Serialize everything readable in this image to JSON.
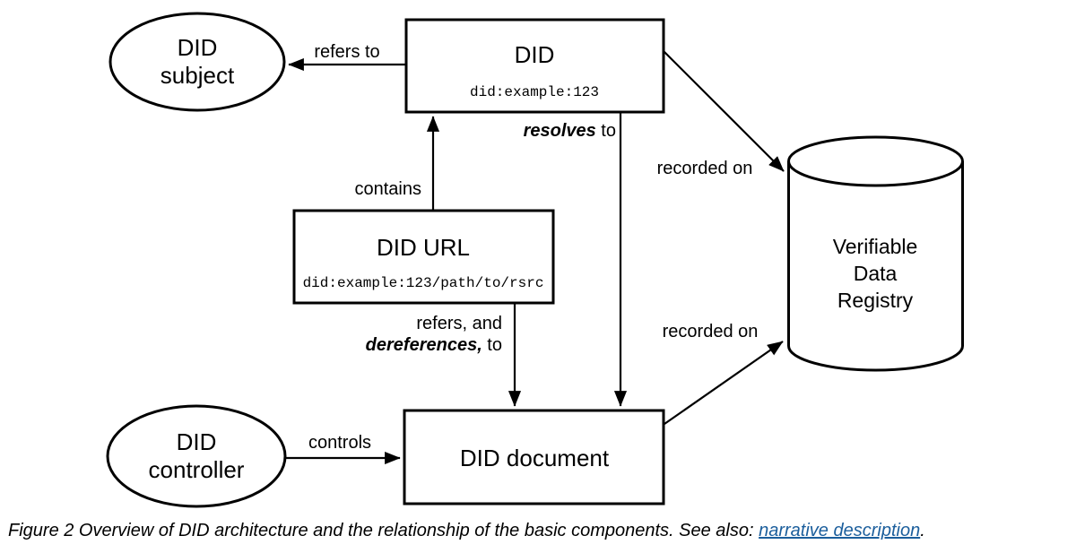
{
  "diagram": {
    "nodes": {
      "did_subject": {
        "line1": "DID",
        "line2": "subject"
      },
      "did": {
        "title": "DID",
        "code": "did:example:123"
      },
      "did_url": {
        "title": "DID URL",
        "code": "did:example:123/path/to/rsrc"
      },
      "did_document": {
        "title": "DID document"
      },
      "did_controller": {
        "line1": "DID",
        "line2": "controller"
      },
      "verifiable_data_registry": {
        "line1": "Verifiable",
        "line2": "Data",
        "line3": "Registry"
      }
    },
    "edge_labels": {
      "refers_to": "refers to",
      "contains": "contains",
      "resolves_emph": "resolves",
      "resolves_rest": " to",
      "refers_and": "refers, and",
      "dereferences_emph": "dereferences,",
      "dereferences_rest": " to",
      "controls": "controls",
      "recorded_on_top": "recorded on",
      "recorded_on_bottom": "recorded on"
    },
    "colors": {
      "stroke": "#000000",
      "fill": "#ffffff",
      "link": "#1b5e9c"
    }
  },
  "caption": {
    "prefix": "Figure 2 Overview of DID architecture and the relationship of the basic components. See also: ",
    "link": "narrative description",
    "suffix": "."
  }
}
